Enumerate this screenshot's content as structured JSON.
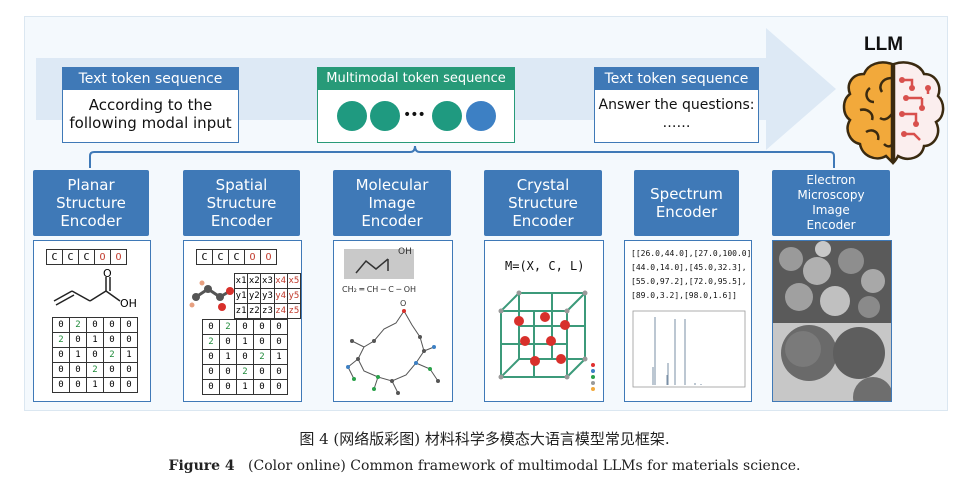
{
  "top": {
    "left_box": {
      "header": "Text token sequence",
      "line1": "According to the",
      "line2": "following modal input"
    },
    "middle_box": {
      "header": "Multimodal token sequence",
      "ellipsis": "•••"
    },
    "right_box": {
      "header": "Text token sequence",
      "line1": "Answer the questions:",
      "line2": "……"
    },
    "llm_label": "LLM"
  },
  "encoders": [
    {
      "label": "Planar\nStructure\nEncoder"
    },
    {
      "label": "Spatial\nStructure\nEncoder"
    },
    {
      "label": "Molecular\nImage\nEncoder"
    },
    {
      "label": "Crystal\nStructure\nEncoder"
    },
    {
      "label": "Spectrum\nEncoder"
    },
    {
      "label": "Electron\nMicroscopy\nImage\nEncoder"
    }
  ],
  "planar": {
    "tokens": [
      "C",
      "C",
      "C",
      "O",
      "O"
    ],
    "atom_o": "O",
    "atom_oh": "OH",
    "matrix": [
      [
        "0",
        "2",
        "0",
        "0",
        "0"
      ],
      [
        "2",
        "0",
        "1",
        "0",
        "0"
      ],
      [
        "0",
        "1",
        "0",
        "2",
        "1"
      ],
      [
        "0",
        "0",
        "2",
        "0",
        "0"
      ],
      [
        "0",
        "0",
        "1",
        "0",
        "0"
      ]
    ]
  },
  "spatial": {
    "tokens": [
      "C",
      "C",
      "C",
      "O",
      "O"
    ],
    "coords": [
      [
        "x1",
        "x2",
        "x3",
        "x4",
        "x5"
      ],
      [
        "y1",
        "y2",
        "y3",
        "y4",
        "y5"
      ],
      [
        "z1",
        "z2",
        "z3",
        "z4",
        "z5"
      ]
    ],
    "matrix": [
      [
        "0",
        "2",
        "0",
        "0",
        "0"
      ],
      [
        "2",
        "0",
        "1",
        "0",
        "0"
      ],
      [
        "0",
        "1",
        "0",
        "2",
        "1"
      ],
      [
        "0",
        "0",
        "2",
        "0",
        "0"
      ],
      [
        "0",
        "0",
        "1",
        "0",
        "0"
      ]
    ]
  },
  "molecular": {
    "oh": "OH",
    "chain": "CH₂ ═ CH ─ C ─ OH",
    "o": "O"
  },
  "crystal": {
    "formula": "M=(X, C, L)"
  },
  "spectrum": {
    "text": "[[26.0,44.0],[27.0,100.0],\n[44.0,14.0],[45.0,32.3],\n[55.0,97.2],[72.0,95.5],\n[89.0,3.2],[98.0,1.6]]"
  },
  "caption": {
    "cn": "图 4   (网络版彩图) 材料科学多模态大语言模型常见框架.",
    "en_label": "Figure 4",
    "en_text": "(Color online) Common framework of multimodal LLMs for materials science."
  },
  "colors": {
    "encoder_blue": "#3f79b7",
    "multimodal_green": "#279a78",
    "token_teal": "#1f9a80",
    "token_blue": "#3d80c4",
    "brain_orange": "#f2a93b",
    "brain_red": "#d8504d"
  }
}
